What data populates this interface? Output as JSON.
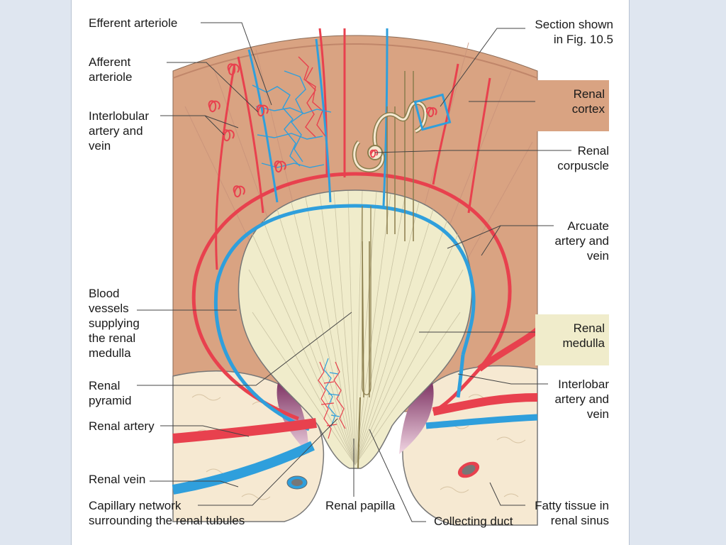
{
  "labels": {
    "efferent_arteriole": "Efferent arteriole",
    "afferent_arteriole": "Afferent\narteriole",
    "interlobular": "Interlobular\nartery and\nvein",
    "blood_vessels": "Blood\nvessels\nsupplying\nthe renal\nmedulla",
    "renal_pyramid": "Renal\npyramid",
    "renal_artery": "Renal artery",
    "renal_vein": "Renal vein",
    "capillary_network": "Capillary network\nsurrounding the renal tubules",
    "renal_papilla": "Renal papilla",
    "collecting_duct": "Collecting duct",
    "section_shown": "Section shown\nin Fig. 10.5",
    "renal_corpuscle": "Renal\ncorpuscle",
    "arcuate": "Arcuate\nartery and\nvein",
    "interlobar": "Interlobar\nartery and\nvein",
    "fatty_tissue": "Fatty tissue in\nrenal sinus"
  },
  "legend": {
    "renal_cortex": "Renal\ncortex",
    "renal_medulla": "Renal\nmedulla"
  },
  "colors": {
    "cortex": "#d9a382",
    "medulla": "#f0eccb",
    "artery": "#e8414e",
    "vein": "#2f9fdc",
    "fat": "#f6e9d2",
    "papilla_shadow": "#8c3f6c"
  }
}
